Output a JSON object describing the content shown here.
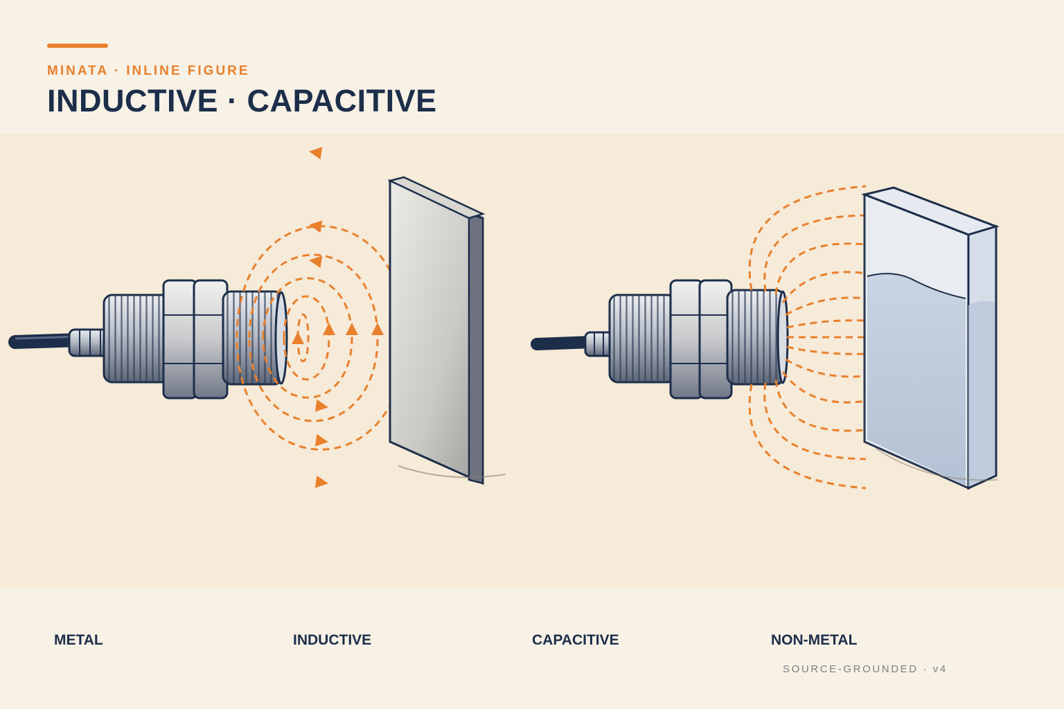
{
  "header": {
    "eyebrow": "MINATA · INLINE FIGURE",
    "title": "INDUCTIVE · CAPACITIVE"
  },
  "labels": [
    "METAL",
    "INDUCTIVE",
    "CAPACITIVE",
    "NON-METAL"
  ],
  "footer": {
    "note": "SOURCE-GROUNDED · v4"
  },
  "colors": {
    "accent": "#e8802c",
    "navy": "#1c2e4a",
    "background": "#f7f1e6",
    "panel": "#f6ead8",
    "muted": "#7d7f86"
  }
}
